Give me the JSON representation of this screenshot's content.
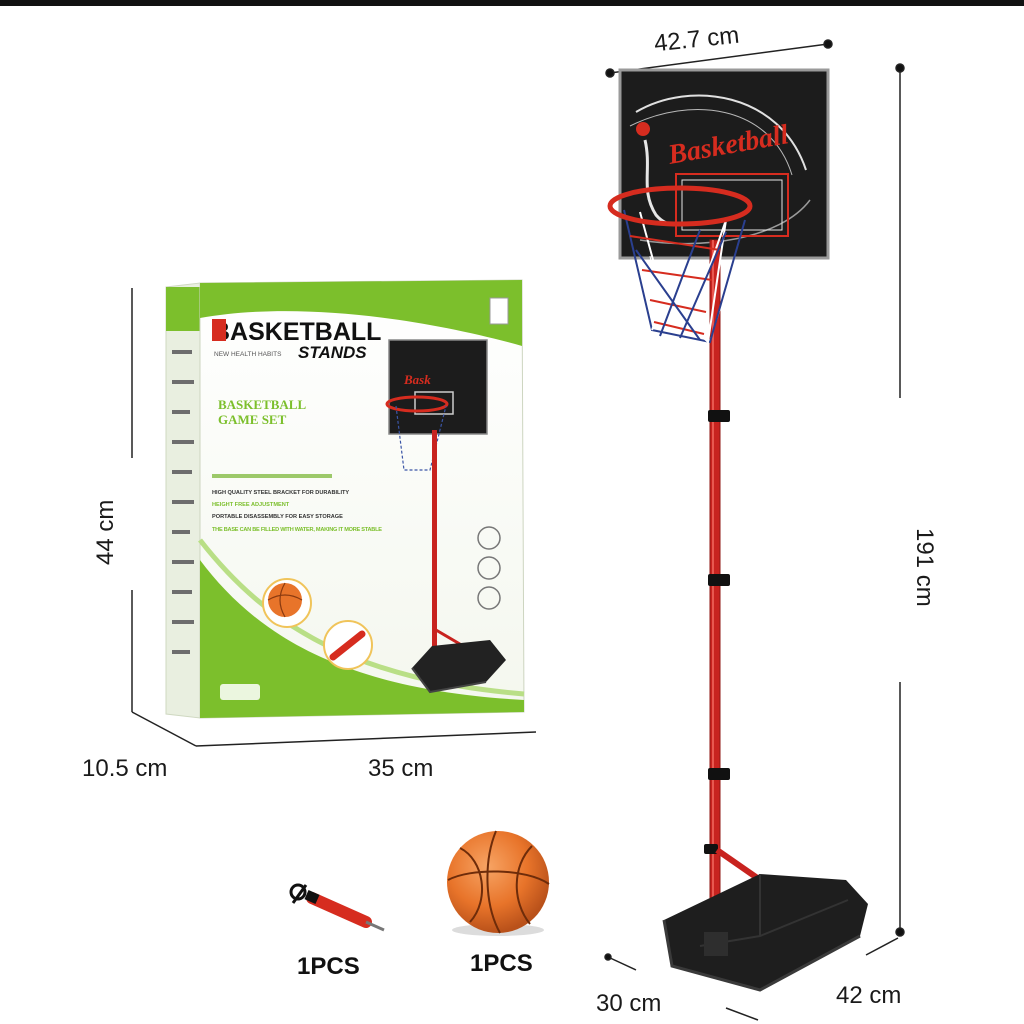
{
  "dimensions": {
    "backboard_width": "42.7 cm",
    "stand_height": "191 cm",
    "box_height": "44 cm",
    "box_depth": "10.5 cm",
    "box_width": "35 cm",
    "base_depth": "30 cm",
    "base_width": "42 cm"
  },
  "box": {
    "title_line1": "BASKETBALL",
    "title_line2": "STANDS",
    "tagline": "NEW HEALTH HABITS",
    "subtitle_line1": "BASKETBALL",
    "subtitle_line2": "GAME SET",
    "features": [
      "HIGH QUALITY STEEL BRACKET FOR DURABILITY",
      "HEIGHT FREE ADJUSTMENT",
      "PORTABLE DISASSEMBLY FOR EASY STORAGE",
      "THE BASE CAN BE FILLED WITH WATER, MAKING IT MORE STABLE"
    ]
  },
  "backboard_logo": "Basketball",
  "accessories": {
    "pump_qty": "1PCS",
    "ball_qty": "1PCS"
  },
  "colors": {
    "box_green": "#7cbf2c",
    "pole_red": "#c8231f",
    "backboard_black": "#1c1c1c",
    "ball_orange": "#e8742a"
  }
}
